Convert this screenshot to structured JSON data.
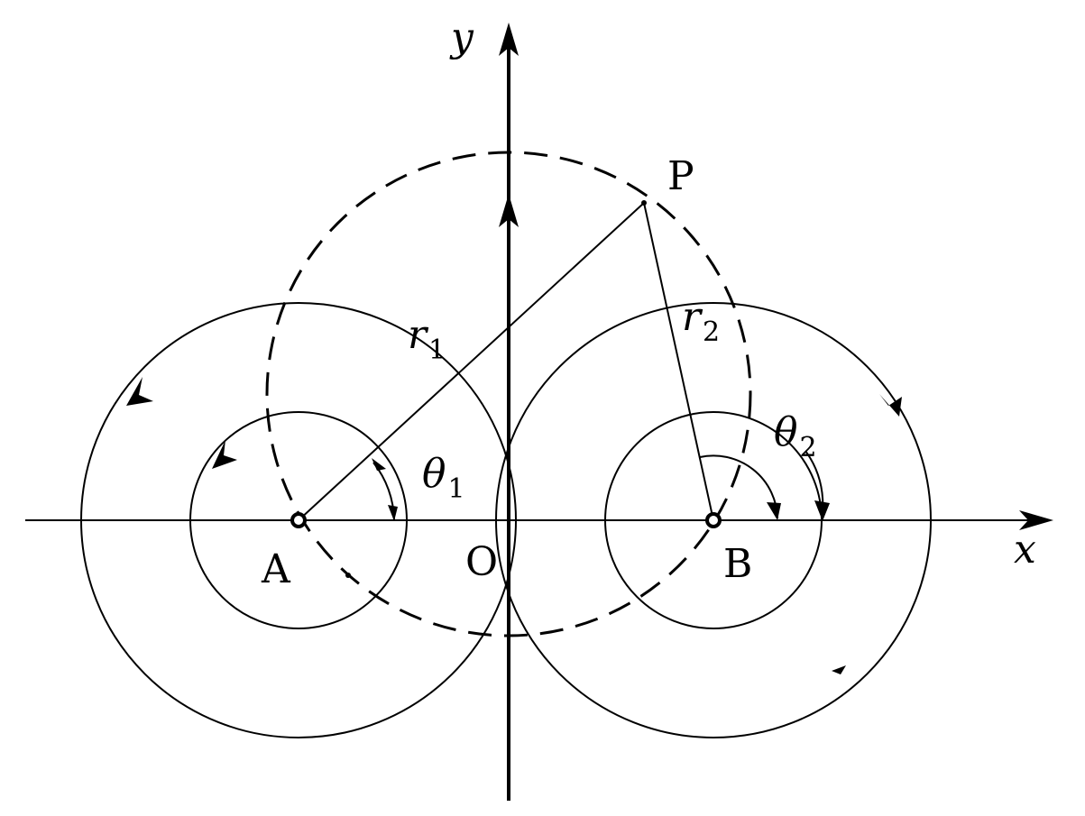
{
  "figure": {
    "labels": {
      "point_p": "P",
      "point_a": "A",
      "point_b": "B",
      "origin": "O",
      "x_axis": "x",
      "y_axis": "y",
      "r1": {
        "main": "r",
        "sub": "1"
      },
      "r2": {
        "main": "r",
        "sub": "2"
      },
      "theta1": {
        "main": "θ",
        "sub": "1"
      },
      "theta2": {
        "main": "θ",
        "sub": "2"
      }
    },
    "colors": {
      "ink": "#000000",
      "background": "#ffffff"
    }
  }
}
